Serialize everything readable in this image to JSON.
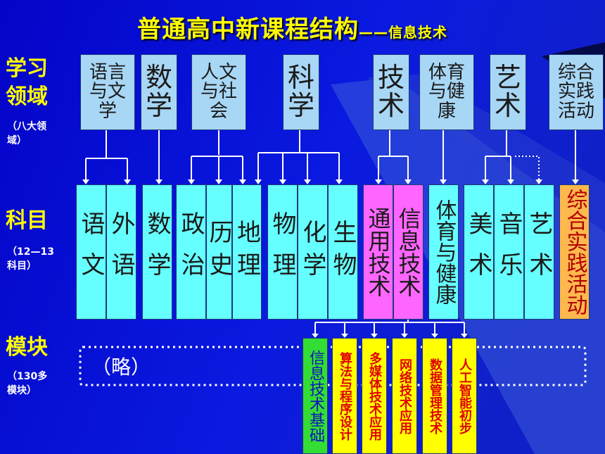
{
  "title": {
    "main": "普通高中新课程结构",
    "sub": "——信息技术"
  },
  "side_labels": {
    "area": "学习领域",
    "area_note": "（八大领域）",
    "subject": "科目",
    "subject_note": "（12—13科目）",
    "module": "模块",
    "module_note": "（130多模块）"
  },
  "areas": [
    "语言与文学",
    "数学",
    "人文与社会",
    "科学",
    "技术",
    "体育与健康",
    "艺术",
    "综合实践活动"
  ],
  "subjects": [
    "语文",
    "外语",
    "数学",
    "政治",
    "历史",
    "地理",
    "物理",
    "化学",
    "生物",
    "通用技术",
    "信息技术",
    "体育与健康",
    "美术",
    "音乐",
    "艺术",
    "综合实践活动"
  ],
  "modules_placeholder": "（略）",
  "modules": [
    "信息技术基础",
    "算法与程序设计",
    "多媒体技术应用",
    "网络技术应用",
    "数据管理技术",
    "人工智能初步"
  ],
  "colors": {
    "background": "#0a0ad8",
    "area_box": "#a8d6f5",
    "subject_box": "#66ffff",
    "technology_subject_box": "#ff66ff",
    "pe_box": "#66ffff",
    "practice_box": "#ffb84d",
    "module_box": "#ffff00",
    "basic_module_box": "#33dd33",
    "title_text": "#ffff00"
  }
}
